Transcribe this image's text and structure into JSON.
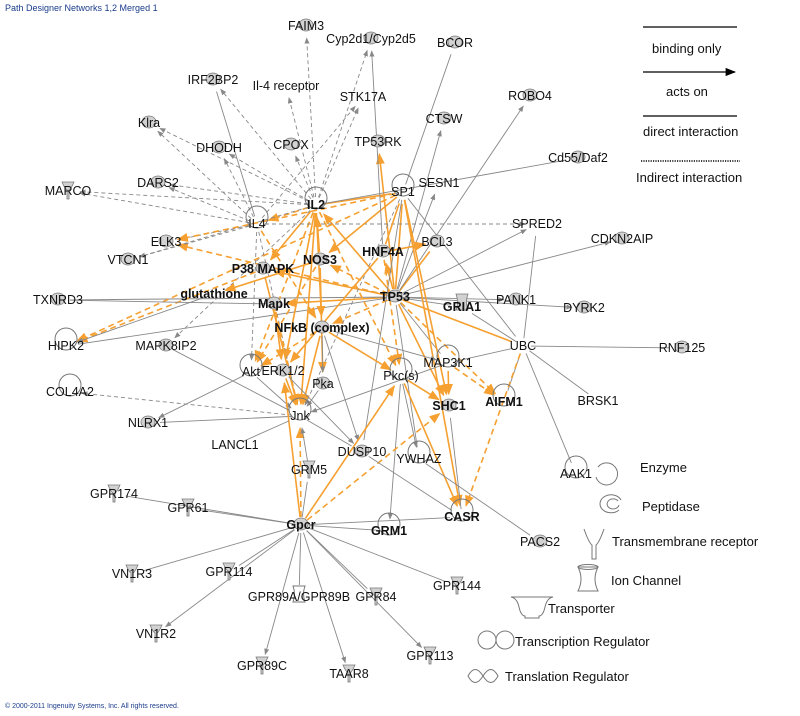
{
  "header_title": "Path Designer Networks 1,2 Merged 1",
  "footer_text": "© 2000-2011 Ingenuity Systems, Inc. All rights reserved.",
  "colors": {
    "highlight": "#f5a030",
    "edge": "#888888",
    "shape": "#d2d2d2"
  },
  "legend": {
    "lines": [
      {
        "id": "binding",
        "label": "binding only"
      },
      {
        "id": "acts",
        "label": "acts on"
      },
      {
        "id": "direct",
        "label": "direct interaction"
      },
      {
        "id": "indirect",
        "label": "Indirect interaction"
      }
    ],
    "shapes": [
      {
        "id": "enzyme",
        "icon": "enzyme-icon",
        "label": "Enzyme"
      },
      {
        "id": "peptidase",
        "icon": "peptidase-icon",
        "label": "Peptidase"
      },
      {
        "id": "transmembrane",
        "icon": "transmembrane-receptor-icon",
        "label": "Transmembrane receptor"
      },
      {
        "id": "ionchannel",
        "icon": "ion-channel-icon",
        "label": "Ion Channel"
      },
      {
        "id": "transporter",
        "icon": "transporter-icon",
        "label": "Transporter"
      },
      {
        "id": "transcription",
        "icon": "transcription-regulator-icon",
        "label": "Transcription Regulator"
      },
      {
        "id": "translation",
        "icon": "translation-regulator-icon",
        "label": "Translation Regulator"
      }
    ]
  },
  "nodes": [
    {
      "id": "FAIM3",
      "label": "FAIM3"
    },
    {
      "id": "CYP2D1",
      "label": "Cyp2d1/Cyp2d5"
    },
    {
      "id": "BCOR",
      "label": "BCOR"
    },
    {
      "id": "IRF2BP2",
      "label": "IRF2BP2"
    },
    {
      "id": "IL4R",
      "label": "Il-4 receptor"
    },
    {
      "id": "STK17A",
      "label": "STK17A"
    },
    {
      "id": "ROBO4",
      "label": "ROBO4"
    },
    {
      "id": "KLRA",
      "label": "Klra"
    },
    {
      "id": "CTSW",
      "label": "CTSW"
    },
    {
      "id": "DHODH",
      "label": "DHODH"
    },
    {
      "id": "CPOX",
      "label": "CPOX"
    },
    {
      "id": "TP53RK",
      "label": "TP53RK"
    },
    {
      "id": "CD55",
      "label": "Cd55/Daf2"
    },
    {
      "id": "MARCO",
      "label": "MARCO"
    },
    {
      "id": "DARS2",
      "label": "DARS2"
    },
    {
      "id": "SESN1",
      "label": "SESN1"
    },
    {
      "id": "SP1",
      "label": "SP1"
    },
    {
      "id": "IL2",
      "label": "IL2"
    },
    {
      "id": "IL4",
      "label": "IL4"
    },
    {
      "id": "SPRED2",
      "label": "SPRED2"
    },
    {
      "id": "ELK3",
      "label": "ELK3"
    },
    {
      "id": "BCL3",
      "label": "BCL3"
    },
    {
      "id": "CDKN2AIP",
      "label": "CDKN2AIP"
    },
    {
      "id": "VTCN1",
      "label": "VTCN1"
    },
    {
      "id": "NOS3",
      "label": "NOS3"
    },
    {
      "id": "HNF4A",
      "label": "HNF4A"
    },
    {
      "id": "P38",
      "label": "P38 MAPK"
    },
    {
      "id": "TXNRD3",
      "label": "TXNRD3"
    },
    {
      "id": "GLUT",
      "label": "glutathione"
    },
    {
      "id": "TP53",
      "label": "TP53"
    },
    {
      "id": "PANK1",
      "label": "PANK1"
    },
    {
      "id": "MAPK",
      "label": "Mapk"
    },
    {
      "id": "GRIA1",
      "label": "GRIA1"
    },
    {
      "id": "DYRK2",
      "label": "DYRK2"
    },
    {
      "id": "HIPK2",
      "label": "HIPK2"
    },
    {
      "id": "NFKB",
      "label": "NFkB (complex)"
    },
    {
      "id": "MAPK8IP2",
      "label": "MAPK8IP2"
    },
    {
      "id": "UBC",
      "label": "UBC"
    },
    {
      "id": "RNF125",
      "label": "RNF125"
    },
    {
      "id": "MAP3K1",
      "label": "MAP3K1"
    },
    {
      "id": "ERK12",
      "label": "ERK1/2"
    },
    {
      "id": "AKT",
      "label": "Akt"
    },
    {
      "id": "PKA",
      "label": "Pka"
    },
    {
      "id": "PKCS",
      "label": "Pkc(s)"
    },
    {
      "id": "COL4A2",
      "label": "COL4A2"
    },
    {
      "id": "AIFM1",
      "label": "AIFM1"
    },
    {
      "id": "BRSK1",
      "label": "BRSK1"
    },
    {
      "id": "SHC1",
      "label": "SHC1"
    },
    {
      "id": "NLRX1",
      "label": "NLRX1"
    },
    {
      "id": "JNK",
      "label": "Jnk"
    },
    {
      "id": "LANCL1",
      "label": "LANCL1"
    },
    {
      "id": "DUSP10",
      "label": "DUSP10"
    },
    {
      "id": "YWHAZ",
      "label": "YWHAZ"
    },
    {
      "id": "AAK1",
      "label": "AAK1"
    },
    {
      "id": "GRM5",
      "label": "GRM5"
    },
    {
      "id": "GPR174",
      "label": "GPR174"
    },
    {
      "id": "GPR61",
      "label": "GPR61"
    },
    {
      "id": "CASR",
      "label": "CASR"
    },
    {
      "id": "GPCR",
      "label": "Gpcr"
    },
    {
      "id": "GRM1",
      "label": "GRM1"
    },
    {
      "id": "PACS2",
      "label": "PACS2"
    },
    {
      "id": "VN1R3",
      "label": "VN1R3"
    },
    {
      "id": "GPR114",
      "label": "GPR114"
    },
    {
      "id": "GPR144",
      "label": "GPR144"
    },
    {
      "id": "GPR89A",
      "label": "GPR89A/GPR89B"
    },
    {
      "id": "GPR84",
      "label": "GPR84"
    },
    {
      "id": "VN1R2",
      "label": "VN1R2"
    },
    {
      "id": "GPR113",
      "label": "GPR113"
    },
    {
      "id": "GPR89C",
      "label": "GPR89C"
    },
    {
      "id": "TAAR8",
      "label": "TAAR8"
    }
  ],
  "edges": [
    {
      "from": "TP53",
      "to": "IL2",
      "type": "acts",
      "highlight": true
    },
    {
      "from": "TP53",
      "to": "NOS3",
      "type": "acts",
      "highlight": true
    },
    {
      "from": "TP53",
      "to": "HNF4A",
      "type": "acts",
      "highlight": true
    },
    {
      "from": "TP53",
      "to": "SP1",
      "type": "binding",
      "highlight": true
    },
    {
      "from": "TP53",
      "to": "NFKB",
      "type": "acts",
      "highlight": true
    },
    {
      "from": "TP53",
      "to": "MAPK",
      "type": "acts",
      "highlight": true
    },
    {
      "from": "TP53",
      "to": "P38",
      "type": "acts",
      "highlight": true
    },
    {
      "from": "TP53",
      "to": "ELK3",
      "type": "acts",
      "highlight": true
    },
    {
      "from": "TP53",
      "to": "BCL3",
      "type": "binding",
      "highlight": true
    },
    {
      "from": "TP53",
      "to": "SHC1",
      "type": "acts",
      "highlight": true
    },
    {
      "from": "TP53",
      "to": "AIFM1",
      "type": "acts",
      "highlight": true
    },
    {
      "from": "TP53",
      "to": "PANK1",
      "type": "acts",
      "highlight": false
    },
    {
      "from": "TP53",
      "to": "UBC",
      "type": "binding",
      "highlight": true
    },
    {
      "from": "TP53",
      "to": "GRIA1",
      "type": "binding",
      "highlight": false
    },
    {
      "from": "TP53",
      "to": "MAP3K1",
      "type": "binding",
      "highlight": false
    },
    {
      "from": "TP53",
      "to": "DYRK2",
      "type": "acts",
      "highlight": false
    },
    {
      "from": "TP53",
      "to": "HIPK2",
      "type": "binding",
      "highlight": false
    },
    {
      "from": "TP53",
      "to": "CTSW",
      "type": "acts",
      "highlight": false
    },
    {
      "from": "TP53",
      "to": "TP53RK",
      "type": "acts",
      "highlight": true
    },
    {
      "from": "TP53",
      "to": "SESN1",
      "type": "acts",
      "highlight": false
    },
    {
      "from": "TP53",
      "to": "SPRED2",
      "type": "acts",
      "highlight": false
    },
    {
      "from": "TP53",
      "to": "CDKN2AIP",
      "type": "acts",
      "highlight": false
    },
    {
      "from": "TP53",
      "to": "TXNRD3",
      "type": "binding",
      "highlight": false
    },
    {
      "from": "TP53",
      "to": "YWHAZ",
      "type": "binding",
      "highlight": false
    },
    {
      "from": "TP53",
      "to": "ROBO4",
      "type": "acts",
      "highlight": false
    },
    {
      "from": "IL2",
      "to": "IL4",
      "type": "acts",
      "highlight": true
    },
    {
      "from": "IL2",
      "to": "NFKB",
      "type": "acts",
      "highlight": true
    },
    {
      "from": "IL2",
      "to": "JNK",
      "type": "acts",
      "highlight": true
    },
    {
      "from": "IL2",
      "to": "AKT",
      "type": "acts",
      "highlight": true
    },
    {
      "from": "IL2",
      "to": "ERK12",
      "type": "acts",
      "highlight": true
    },
    {
      "from": "IL2",
      "to": "P38",
      "type": "acts",
      "highlight": true
    },
    {
      "from": "IL2",
      "to": "PKCS",
      "type": "acts",
      "highlight": true
    },
    {
      "from": "IL2",
      "to": "SP1",
      "type": "binding",
      "highlight": true
    },
    {
      "from": "IL2",
      "to": "IRF2BP2",
      "type": "indirect",
      "highlight": false
    },
    {
      "from": "IL2",
      "to": "IL4R",
      "type": "indirect",
      "highlight": false
    },
    {
      "from": "IL2",
      "to": "STK17A",
      "type": "indirect",
      "highlight": false
    },
    {
      "from": "IL2",
      "to": "FAIM3",
      "type": "indirect",
      "highlight": false
    },
    {
      "from": "IL2",
      "to": "CYP2D1",
      "type": "indirect",
      "highlight": false
    },
    {
      "from": "IL2",
      "to": "KLRA",
      "type": "indirect",
      "highlight": false
    },
    {
      "from": "IL2",
      "to": "DHODH",
      "type": "indirect",
      "highlight": false
    },
    {
      "from": "IL2",
      "to": "CPOX",
      "type": "indirect",
      "highlight": false
    },
    {
      "from": "IL2",
      "to": "DARS2",
      "type": "indirect",
      "highlight": false
    },
    {
      "from": "IL2",
      "to": "MARCO",
      "type": "indirect",
      "highlight": false
    },
    {
      "from": "IL2",
      "to": "VTCN1",
      "type": "indirect",
      "highlight": false
    },
    {
      "from": "IL2",
      "to": "MAPK8IP2",
      "type": "indirect",
      "highlight": false
    },
    {
      "from": "IL2",
      "to": "CD55",
      "type": "binding",
      "highlight": false
    },
    {
      "from": "IL4",
      "to": "NFKB",
      "type": "acts",
      "highlight": true
    },
    {
      "from": "IL4",
      "to": "JNK",
      "type": "indirect",
      "highlight": false
    },
    {
      "from": "IL4",
      "to": "AKT",
      "type": "indirect",
      "highlight": false
    },
    {
      "from": "IL4",
      "to": "DHODH",
      "type": "indirect",
      "highlight": false
    },
    {
      "from": "IL4",
      "to": "KLRA",
      "type": "indirect",
      "highlight": false
    },
    {
      "from": "IL4",
      "to": "MARCO",
      "type": "indirect",
      "highlight": false
    },
    {
      "from": "IL4",
      "to": "DARS2",
      "type": "indirect",
      "highlight": false
    },
    {
      "from": "IL4",
      "to": "VTCN1",
      "type": "indirect",
      "highlight": false
    },
    {
      "from": "IL4",
      "to": "ELK3",
      "type": "indirect",
      "highlight": false
    },
    {
      "from": "IL4",
      "to": "IRF2BP2",
      "type": "binding",
      "highlight": false
    },
    {
      "from": "IL4",
      "to": "STK17A",
      "type": "indirect",
      "highlight": false
    },
    {
      "from": "IL4",
      "to": "SPRED2",
      "type": "indirect",
      "highlight": false
    },
    {
      "from": "SP1",
      "to": "HIPK2",
      "type": "acts",
      "highlight": true
    },
    {
      "from": "SP1",
      "to": "BCOR",
      "type": "binding",
      "highlight": false
    },
    {
      "from": "SP1",
      "to": "NOS3",
      "type": "acts",
      "highlight": true
    },
    {
      "from": "SP1",
      "to": "ELK3",
      "type": "acts",
      "highlight": true
    },
    {
      "from": "SP1",
      "to": "DUSP10",
      "type": "binding",
      "highlight": false
    },
    {
      "from": "SP1",
      "to": "JNK",
      "type": "indirect",
      "highlight": false
    },
    {
      "from": "SP1",
      "to": "UBC",
      "type": "binding",
      "highlight": false
    },
    {
      "from": "SP1",
      "to": "CASR",
      "type": "acts",
      "highlight": true
    },
    {
      "from": "SP1",
      "to": "SHC1",
      "type": "acts",
      "highlight": true
    },
    {
      "from": "HNF4A",
      "to": "CYP2D1",
      "type": "acts",
      "highlight": false
    },
    {
      "from": "HNF4A",
      "to": "SP1",
      "type": "binding",
      "highlight": true
    },
    {
      "from": "HNF4A",
      "to": "ERK12",
      "type": "acts",
      "highlight": true
    },
    {
      "from": "HNF4A",
      "to": "PKCS",
      "type": "acts",
      "highlight": true
    },
    {
      "from": "HNF4A",
      "to": "BCL3",
      "type": "acts",
      "highlight": true
    },
    {
      "from": "NOS3",
      "to": "IL2",
      "type": "acts",
      "highlight": true
    },
    {
      "from": "NOS3",
      "to": "AKT",
      "type": "acts",
      "highlight": true
    },
    {
      "from": "NOS3",
      "to": "PKA",
      "type": "acts",
      "highlight": true
    },
    {
      "from": "NOS3",
      "to": "GLUT",
      "type": "acts",
      "highlight": true
    },
    {
      "from": "P38",
      "to": "HIPK2",
      "type": "acts",
      "highlight": true
    },
    {
      "from": "P38",
      "to": "JNK",
      "type": "acts",
      "highlight": true
    },
    {
      "from": "MAPK",
      "to": "TXNRD3",
      "type": "binding",
      "highlight": false
    },
    {
      "from": "MAPK",
      "to": "JNK",
      "type": "acts",
      "highlight": true
    },
    {
      "from": "MAPK",
      "to": "ERK12",
      "type": "acts",
      "highlight": true
    },
    {
      "from": "NFKB",
      "to": "JNK",
      "type": "acts",
      "highlight": true
    },
    {
      "from": "NFKB",
      "to": "AKT",
      "type": "acts",
      "highlight": true
    },
    {
      "from": "NFKB",
      "to": "PKCS",
      "type": "acts",
      "highlight": true
    },
    {
      "from": "NFKB",
      "to": "MAP3K1",
      "type": "acts",
      "highlight": false
    },
    {
      "from": "NFKB",
      "to": "PKA",
      "type": "acts",
      "highlight": false
    },
    {
      "from": "NFKB",
      "to": "DUSP10",
      "type": "acts",
      "highlight": false
    },
    {
      "from": "MAP3K1",
      "to": "SHC1",
      "type": "acts",
      "highlight": true
    },
    {
      "from": "MAP3K1",
      "to": "AIFM1",
      "type": "acts",
      "highlight": true
    },
    {
      "from": "MAP3K1",
      "to": "JNK",
      "type": "acts",
      "highlight": false
    },
    {
      "from": "MAP3K1",
      "to": "UBC",
      "type": "binding",
      "highlight": false
    },
    {
      "from": "UBC",
      "to": "RNF125",
      "type": "binding",
      "highlight": false
    },
    {
      "from": "UBC",
      "to": "BRSK1",
      "type": "binding",
      "highlight": false
    },
    {
      "from": "UBC",
      "to": "AIFM1",
      "type": "binding",
      "highlight": false
    },
    {
      "from": "UBC",
      "to": "AAK1",
      "type": "binding",
      "highlight": false
    },
    {
      "from": "UBC",
      "to": "GRIA1",
      "type": "binding",
      "highlight": false
    },
    {
      "from": "UBC",
      "to": "SPRED2",
      "type": "binding",
      "highlight": false
    },
    {
      "from": "UBC",
      "to": "CASR",
      "type": "acts",
      "highlight": true
    },
    {
      "from": "PKCS",
      "to": "SHC1",
      "type": "acts",
      "highlight": true
    },
    {
      "from": "PKCS",
      "to": "YWHAZ",
      "type": "acts",
      "highlight": false
    },
    {
      "from": "PKCS",
      "to": "GRM1",
      "type": "acts",
      "highlight": false
    },
    {
      "from": "PKCS",
      "to": "CASR",
      "type": "acts",
      "highlight": true
    },
    {
      "from": "AKT",
      "to": "JNK",
      "type": "acts",
      "highlight": false
    },
    {
      "from": "AKT",
      "to": "NLRX1",
      "type": "acts",
      "highlight": false
    },
    {
      "from": "JNK",
      "to": "COL4A2",
      "type": "indirect",
      "highlight": false
    },
    {
      "from": "JNK",
      "to": "NLRX1",
      "type": "binding",
      "highlight": false
    },
    {
      "from": "JNK",
      "to": "DUSP10",
      "type": "binding",
      "highlight": false
    },
    {
      "from": "ERK12",
      "to": "JNK",
      "type": "acts",
      "highlight": true
    },
    {
      "from": "ERK12",
      "to": "DUSP10",
      "type": "acts",
      "highlight": false
    },
    {
      "from": "GPCR",
      "to": "JNK",
      "type": "acts",
      "highlight": true
    },
    {
      "from": "GPCR",
      "to": "ERK12",
      "type": "acts",
      "highlight": true
    },
    {
      "from": "GPCR",
      "to": "PKCS",
      "type": "acts",
      "highlight": true
    },
    {
      "from": "GPCR",
      "to": "SHC1",
      "type": "acts",
      "highlight": true
    },
    {
      "from": "GPCR",
      "to": "GRM5",
      "type": "binding",
      "highlight": false
    },
    {
      "from": "GPCR",
      "to": "GPR174",
      "type": "binding",
      "highlight": false
    },
    {
      "from": "GPCR",
      "to": "GPR61",
      "type": "binding",
      "highlight": false
    },
    {
      "from": "GPCR",
      "to": "VN1R3",
      "type": "binding",
      "highlight": false
    },
    {
      "from": "GPCR",
      "to": "GPR114",
      "type": "binding",
      "highlight": false
    },
    {
      "from": "GPCR",
      "to": "GPR144",
      "type": "binding",
      "highlight": false
    },
    {
      "from": "GPCR",
      "to": "GPR89A",
      "type": "binding",
      "highlight": false
    },
    {
      "from": "GPCR",
      "to": "GPR84",
      "type": "binding",
      "highlight": false
    },
    {
      "from": "GPCR",
      "to": "VN1R2",
      "type": "acts",
      "highlight": false
    },
    {
      "from": "GPCR",
      "to": "GPR113",
      "type": "acts",
      "highlight": false
    },
    {
      "from": "GPCR",
      "to": "GPR89C",
      "type": "acts",
      "highlight": false
    },
    {
      "from": "GPCR",
      "to": "TAAR8",
      "type": "acts",
      "highlight": false
    },
    {
      "from": "GPCR",
      "to": "CASR",
      "type": "binding",
      "highlight": false
    },
    {
      "from": "GPCR",
      "to": "GRM1",
      "type": "binding",
      "highlight": false
    },
    {
      "from": "GRM5",
      "to": "JNK",
      "type": "acts",
      "highlight": false
    },
    {
      "from": "YWHAZ",
      "to": "PACS2",
      "type": "binding",
      "highlight": false
    },
    {
      "from": "LANCL1",
      "to": "JNK",
      "type": "binding",
      "highlight": false
    },
    {
      "from": "DUSP10",
      "to": "CASR",
      "type": "binding",
      "highlight": false
    },
    {
      "from": "GLUT",
      "to": "HIPK2",
      "type": "acts",
      "highlight": false
    },
    {
      "from": "MAPK8IP2",
      "to": "JNK",
      "type": "binding",
      "highlight": false
    },
    {
      "from": "PKA",
      "to": "JNK",
      "type": "acts",
      "highlight": false
    },
    {
      "from": "CASR",
      "to": "SHC1",
      "type": "binding",
      "highlight": false
    }
  ]
}
